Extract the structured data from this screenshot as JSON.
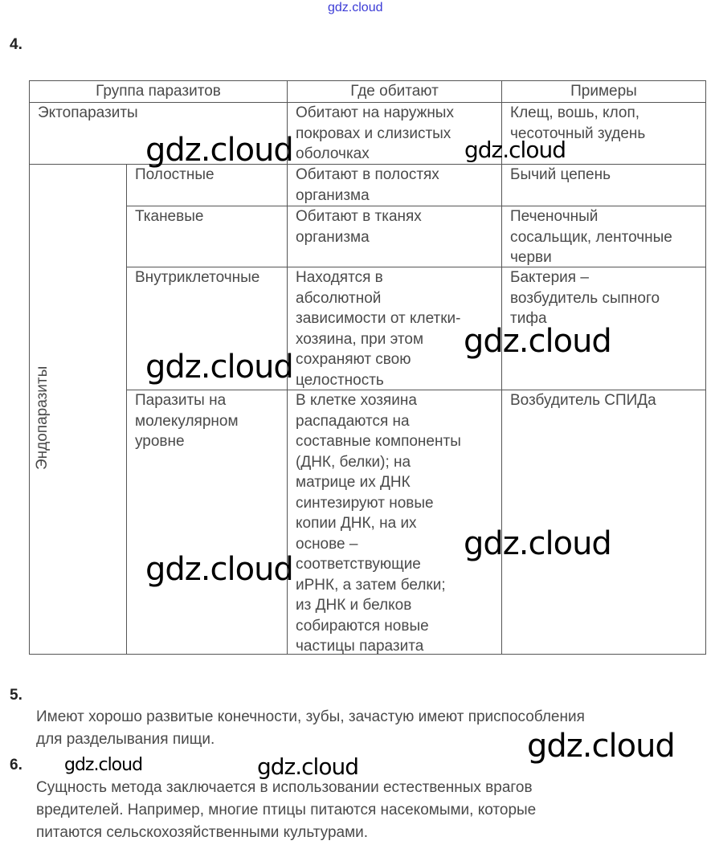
{
  "watermark": "gdz.cloud",
  "q4": {
    "number": "4.",
    "headers": [
      "Группа паразитов",
      "Где обитают",
      "Примеры"
    ],
    "ecto": {
      "group": "Эктопаразиты",
      "where": "Обитают на наружных\nпокровах и слизистых\nоболочках",
      "examples": "Клещ, вошь, клоп,\nчесоточный зудень"
    },
    "endo_label": "Эндопаразиты",
    "endo_rows": [
      {
        "group": "Полостные",
        "where": "Обитают в полостях\nорганизма",
        "examples": "Бычий цепень"
      },
      {
        "group": "Тканевые",
        "where": "Обитают в тканях\nорганизма",
        "examples": "Печеночный\nсосальщик, ленточные\nчерви"
      },
      {
        "group": "Внутриклеточные",
        "where": "Находятся в\nабсолютной\nзависимости от клетки-\nхозяина, при этом\nсохраняют свою\nцелостность",
        "examples": "Бактерия –\nвозбудитель сыпного\nтифа"
      },
      {
        "group": "Паразиты на\nмолекулярном\nуровне",
        "where": "В клетке хозяина\nраспадаются на\nсоставные компоненты\n(ДНК, белки); на\nматрице их ДНК\nсинтезируют новые\nкопии ДНК, на их\nоснове –\nсоответствующие\nиРНК, а затем белки;\nиз ДНК и белков\nсобираются новые\nчастицы паразита",
        "examples": "Возбудитель СПИДа"
      }
    ]
  },
  "q5": {
    "number": "5.",
    "text": "Имеют хорошо развитые конечности, зубы, зачастую имеют приспособления\nдля разделывания пищи."
  },
  "q6": {
    "number": "6.",
    "text": "Сущность метода заключается в использовании естественных врагов\nвредителей. Например, многие птицы питаются насекомыми, которые\nпитаются сельскохозяйственными культурами."
  }
}
